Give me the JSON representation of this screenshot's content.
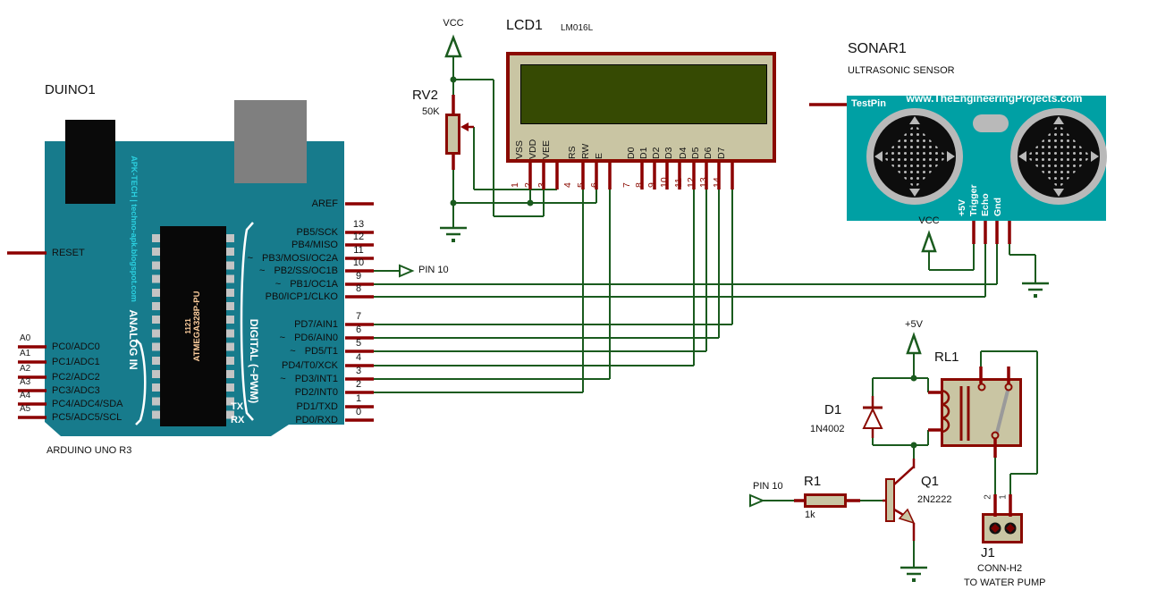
{
  "arduino": {
    "ref": "DUINO1",
    "board_name": "ARDUINO UNO R3",
    "reset": "RESET",
    "aref": "AREF",
    "brand": "APK-TECH | techno-apk.blogspot.com",
    "analog_header": "ANALOG IN",
    "digital_header": "DIGITAL (~PWM)",
    "chip": {
      "line1": "1121",
      "line2": "ATMEGA328P-PU"
    },
    "left_pins": [
      {
        "pin": "A0",
        "label": "PC0/ADC0"
      },
      {
        "pin": "A1",
        "label": "PC1/ADC1"
      },
      {
        "pin": "A2",
        "label": "PC2/ADC2"
      },
      {
        "pin": "A3",
        "label": "PC3/ADC3"
      },
      {
        "pin": "A4",
        "label": "PC4/ADC4/SDA"
      },
      {
        "pin": "A5",
        "label": "PC5/ADC5/SCL"
      }
    ],
    "right_pins": [
      {
        "num": "13",
        "label": "PB5/SCK"
      },
      {
        "num": "12",
        "label": "PB4/MISO"
      },
      {
        "num": "11",
        "label": "PB3/MOSI/OC2A",
        "tilde": "~"
      },
      {
        "num": "10",
        "label": "PB2/SS/OC1B",
        "tilde": "~"
      },
      {
        "num": "9",
        "label": "PB1/OC1A",
        "tilde": "~"
      },
      {
        "num": "8",
        "label": "PB0/ICP1/CLKO"
      },
      {
        "num": "7",
        "label": "PD7/AIN1"
      },
      {
        "num": "6",
        "label": "PD6/AIN0",
        "tilde": "~"
      },
      {
        "num": "5",
        "label": "PD5/T1",
        "tilde": "~"
      },
      {
        "num": "4",
        "label": "PD4/T0/XCK"
      },
      {
        "num": "3",
        "label": "PD3/INT1",
        "tilde": "~"
      },
      {
        "num": "2",
        "label": "PD2/INT0"
      },
      {
        "num": "1",
        "label": "PD1/TXD",
        "pre": "TX"
      },
      {
        "num": "0",
        "label": "PD0/RXD",
        "pre": "RX"
      }
    ]
  },
  "lcd": {
    "ref": "LCD1",
    "part": "LM016L",
    "pins": [
      {
        "num": "1",
        "name": "VSS"
      },
      {
        "num": "2",
        "name": "VDD"
      },
      {
        "num": "3",
        "name": "VEE"
      },
      {
        "num": "4",
        "name": "RS"
      },
      {
        "num": "5",
        "name": "RW"
      },
      {
        "num": "6",
        "name": "E"
      },
      {
        "num": "7",
        "name": "D0"
      },
      {
        "num": "8",
        "name": "D1"
      },
      {
        "num": "9",
        "name": "D2"
      },
      {
        "num": "10",
        "name": "D3"
      },
      {
        "num": "11",
        "name": "D4"
      },
      {
        "num": "12",
        "name": "D5"
      },
      {
        "num": "13",
        "name": "D6"
      },
      {
        "num": "14",
        "name": "D7"
      }
    ]
  },
  "pot": {
    "ref": "RV2",
    "value": "50K"
  },
  "sonar": {
    "ref": "SONAR1",
    "subtitle": "ULTRASONIC SENSOR",
    "url": "www.TheEngineeringProjects.com",
    "testpin": "TestPin",
    "pins": [
      "+5V",
      "Trigger",
      "Echo",
      "Gnd"
    ]
  },
  "relay": {
    "ref": "RL1"
  },
  "diode": {
    "ref": "D1",
    "part": "1N4002"
  },
  "transistor": {
    "ref": "Q1",
    "part": "2N2222"
  },
  "resistor": {
    "ref": "R1",
    "value": "1k"
  },
  "connector": {
    "ref": "J1",
    "part": "CONN-H2",
    "note": "TO WATER PUMP",
    "pins": [
      "2",
      "1"
    ]
  },
  "nets": {
    "pin10_a": "PIN 10",
    "pin10_b": "PIN 10",
    "vcc_a": "VCC",
    "vcc_b": "VCC",
    "p5v": "+5V"
  },
  "colors": {
    "wire_green": "#1A5B1E",
    "pin_red": "#8C0000",
    "outline_red": "#8A0A00",
    "body_beige": "#C9C5A3",
    "arduino_teal": "#177B8C",
    "sonar_teal": "#00A0A4",
    "lcd_screen": "#364A03",
    "brand_cyan": "#2BD0E0"
  }
}
